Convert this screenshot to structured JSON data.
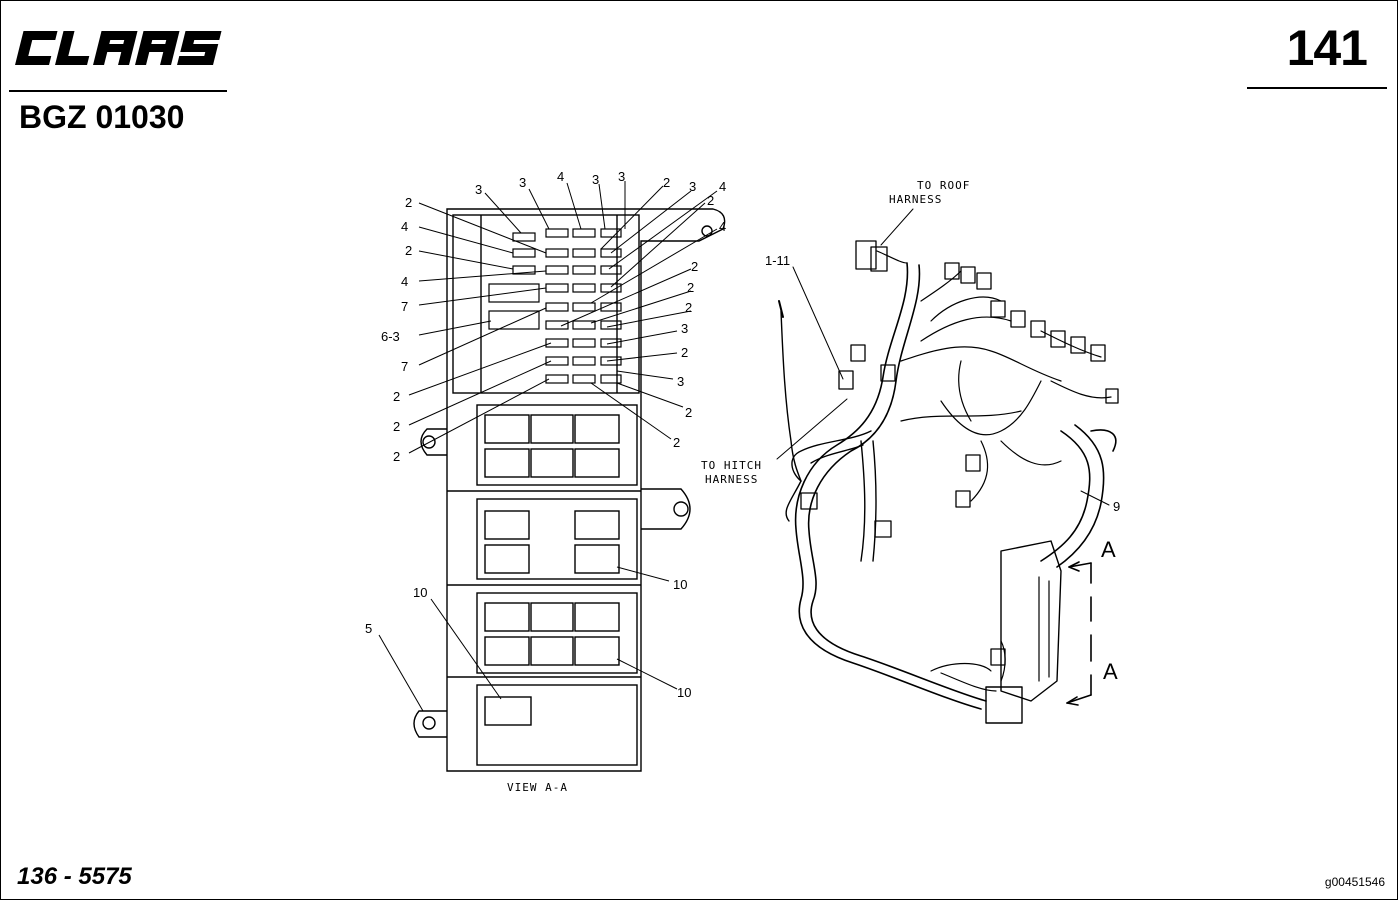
{
  "header": {
    "brand": "CLAAS",
    "page_number": "141",
    "doc_code": "BGZ 01030"
  },
  "footer": {
    "part_number": "136 - 5575",
    "image_ref": "g00451546"
  },
  "diagram": {
    "view_label": "VIEW A-A",
    "section_marker": "A",
    "notes": {
      "to_roof_l1": "TO ROOF",
      "to_roof_l2": "HARNESS",
      "to_hitch_l1": "TO HITCH",
      "to_hitch_l2": "HARNESS"
    },
    "harness_callouts": [
      "1-11",
      "9"
    ],
    "top_callouts": [
      "3",
      "3",
      "4",
      "3",
      "3",
      "2",
      "3",
      "4",
      "2",
      "4"
    ],
    "left_callouts": [
      "2",
      "4",
      "2",
      "4",
      "7",
      "6-3",
      "7",
      "2",
      "2",
      "2"
    ],
    "right_callouts": [
      "2",
      "2",
      "2",
      "3",
      "2",
      "3",
      "2",
      "2"
    ],
    "bottom_callouts": [
      "10",
      "10",
      "10",
      "5"
    ]
  }
}
